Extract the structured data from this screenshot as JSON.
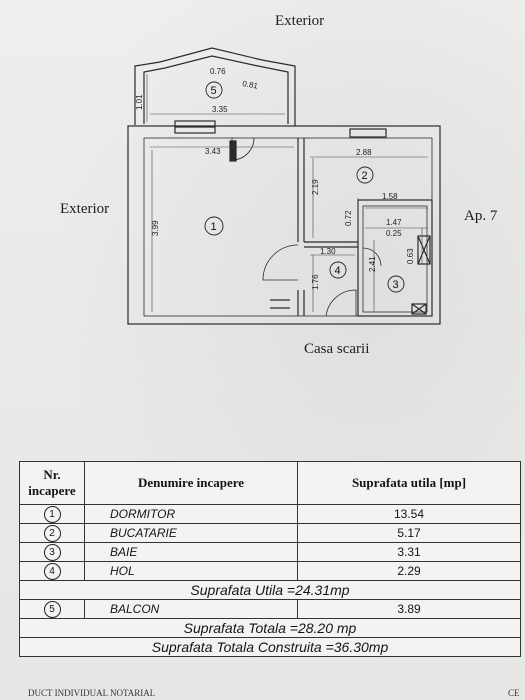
{
  "plan": {
    "label_top": "Exterior",
    "label_left": "Exterior",
    "label_right": "Ap. 7",
    "label_bottom": "Casa scarii",
    "room_numbers": [
      "1",
      "2",
      "3",
      "4",
      "5"
    ],
    "dimensions": {
      "balcony_a": "0.76",
      "balcony_b": "0.81",
      "balcony_height": "1.01",
      "balcony_width": "3.35",
      "room1_width": "3.43",
      "room1_height": "3.99",
      "room2_width": "2.88",
      "room2_height": "2.19",
      "bath_outer_width": "1.58",
      "bath_width": "1.47",
      "bath_small": "0.25",
      "bath_side": "0.63",
      "bath_height": "2.41",
      "hall_side": "0.72",
      "hall_width": "1.30",
      "hall_height": "1.76"
    }
  },
  "table": {
    "headers": {
      "nr": "Nr. incapere",
      "denumire": "Denumire incapere",
      "suprafata": "Suprafata utila [mp]"
    },
    "rows": [
      {
        "nr": "1",
        "name": "DORMITOR",
        "area": "13.54"
      },
      {
        "nr": "2",
        "name": "BUCATARIE",
        "area": "5.17"
      },
      {
        "nr": "3",
        "name": "BAIE",
        "area": "3.31"
      },
      {
        "nr": "4",
        "name": "HOL",
        "area": "2.29"
      }
    ],
    "utila_total": "Suprafata Utila =24.31mp",
    "balcony_row": {
      "nr": "5",
      "name": "BALCON",
      "area": "3.89"
    },
    "totala": "Suprafata Totala  =28.20 mp",
    "construita": "Suprafata Totala Construita  =36.30mp"
  },
  "footer": {
    "stamp_left": "DUCT INDIVIDUAL NOTARIAL",
    "stamp_right": "CE"
  }
}
